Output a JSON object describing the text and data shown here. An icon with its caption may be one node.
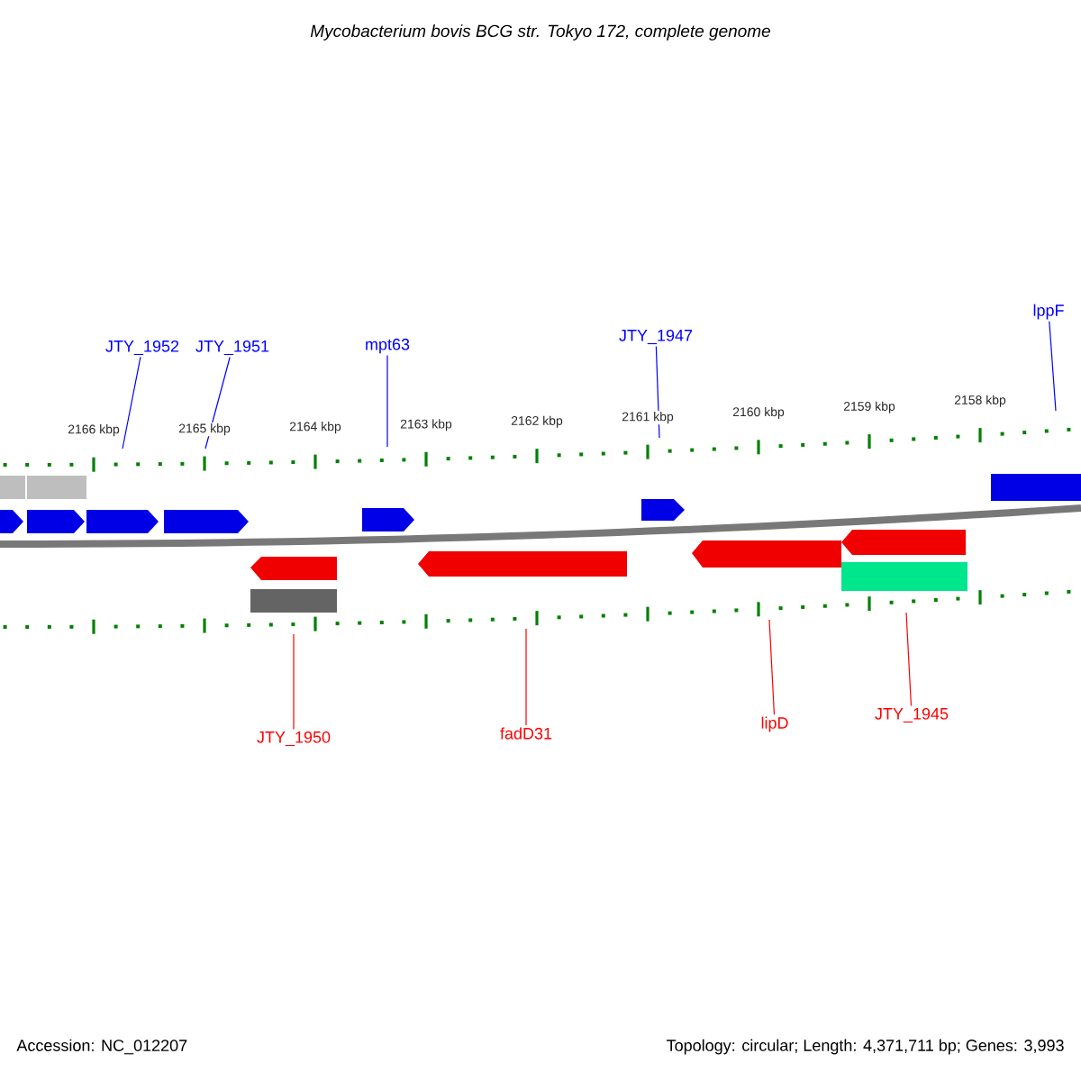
{
  "diagram": {
    "title": "Mycobacterium bovis BCG str. Tokyo 172, complete genome",
    "nodes": [
      {
        "text": [
          "JTY_1952"
        ]
      },
      {
        "text": [
          "JTY_1951"
        ]
      },
      {
        "text": [
          "mpt63"
        ]
      },
      {
        "text": [
          "JTY_1947"
        ]
      },
      {
        "text": [
          "lppF"
        ]
      },
      {
        "text": [
          "JTY_1950"
        ]
      },
      {
        "text": [
          "fadD31"
        ]
      },
      {
        "text": [
          "lipD"
        ]
      },
      {
        "text": [
          "JTY_1945"
        ]
      },
      {
        "text": [],
        "shape": "ruler"
      },
      {
        "text": [],
        "shape": "ruler"
      }
    ],
    "edges": [
      {
        "from": 0,
        "to": 9,
        "arrow": "none"
      },
      {
        "from": 1,
        "to": 9,
        "arrow": "none"
      },
      {
        "from": 2,
        "to": 9,
        "arrow": "none"
      },
      {
        "from": 3,
        "to": 9,
        "arrow": "none"
      },
      {
        "from": 4,
        "to": 9,
        "arrow": "none"
      },
      {
        "from": 5,
        "to": 10,
        "arrow": "none",
        "color": "#ff0000"
      },
      {
        "from": 6,
        "to": 10,
        "arrow": "none",
        "color": "#ff0000"
      },
      {
        "from": 7,
        "to": 10,
        "arrow": "none",
        "color": "#ff0000"
      },
      {
        "from": 8,
        "to": 10,
        "arrow": "none",
        "color": "#ff0000"
      }
    ],
    "labels": [
      "2166 kbp",
      "2165 kbp",
      "2164 kbp",
      "2163 kbp",
      "2162 kbp",
      "2161 kbp",
      "2160 kbp",
      "2159 kbp",
      "2158 kbp",
      "Accession: NC_012207",
      "Topology: circular; Length: 4,371,711 bp; Genes: 3,993"
    ]
  }
}
